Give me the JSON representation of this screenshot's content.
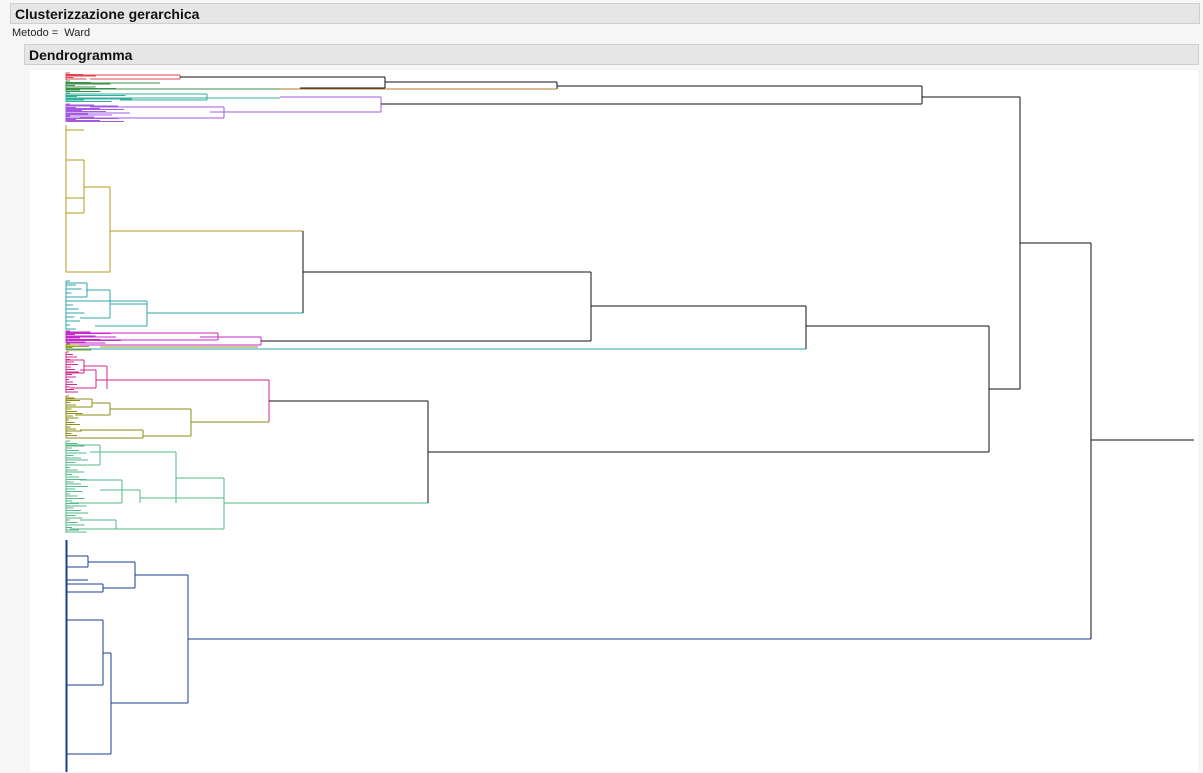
{
  "report": {
    "title": "Clusterizzazione gerarchica",
    "method_label": "Metodo =",
    "method_value": "Ward",
    "section_title": "Dendrogramma"
  },
  "chart_data": {
    "type": "dendrogram",
    "orientation": "horizontal",
    "method": "Ward",
    "axis_labels_shown": false,
    "height_range": [
      0,
      1
    ],
    "clusters": [
      {
        "id": 1,
        "color": "#e0454f",
        "merge_height": 0.1
      },
      {
        "id": 2,
        "color": "#3a8f4a",
        "merge_height": 0.12
      },
      {
        "id": 3,
        "color": "#2cae9a",
        "merge_height": 0.13
      },
      {
        "id": 4,
        "color": "#a35ae0",
        "merge_height": 0.14
      },
      {
        "id": 5,
        "color": "#b59b1e",
        "merge_height": 0.21
      },
      {
        "id": 6,
        "color": "#2fa5a8",
        "merge_height": 0.07
      },
      {
        "id": 7,
        "color": "#c32ac9",
        "merge_height": 0.17
      },
      {
        "id": 8,
        "color": "#9a9a1b",
        "merge_height": 0.07
      },
      {
        "id": 9,
        "color": "#d12a8f",
        "merge_height": 0.18
      },
      {
        "id": 10,
        "color": "#8e8e16",
        "merge_height": 0.11
      },
      {
        "id": 11,
        "color": "#56b98a",
        "merge_height": 0.14
      },
      {
        "id": 12,
        "color": "#1a3f8c",
        "merge_height": 0.11
      }
    ],
    "merges": [
      {
        "children": [
          "c1",
          "c2"
        ],
        "height": 0.28
      },
      {
        "children": [
          "c3",
          "c4"
        ],
        "height": 0.28
      },
      {
        "children": [
          "c1+c2",
          "c3+c4"
        ],
        "height": 0.43
      },
      {
        "children": [
          "c5",
          "c6"
        ],
        "height": 0.21
      },
      {
        "children": [
          "c5+c6",
          "c7+c8"
        ],
        "height": 0.47
      },
      {
        "children": [
          "c5..c8",
          "c7b"
        ],
        "height": 0.66
      },
      {
        "children": [
          "c9",
          "c10"
        ],
        "height": 0.18
      },
      {
        "children": [
          "c9+c10",
          "c11"
        ],
        "height": 0.32
      },
      {
        "children": [
          "c5..c8",
          "c9..c11"
        ],
        "height": 0.82
      },
      {
        "children": [
          "c1..c4",
          "c5..c11"
        ],
        "height": 0.84
      },
      {
        "children": [
          "c1..c11",
          "c12"
        ],
        "height": 0.91
      }
    ]
  }
}
